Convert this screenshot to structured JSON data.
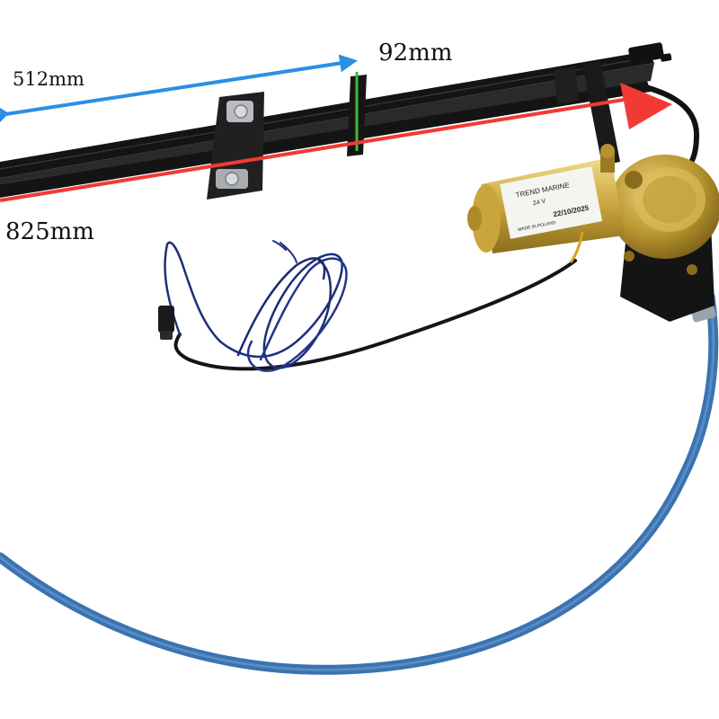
{
  "dimensions": {
    "width_travel": "512mm",
    "blade_bracket": "92mm",
    "overall_length": "825mm"
  },
  "motor_label": {
    "brand": "TREND MARINE",
    "voltage": "24 V",
    "date": "22/10/2025",
    "origin_line": "MADE IN POLAND"
  },
  "colors": {
    "width_arrow": "#2b8fe6",
    "bracket_marker": "#3dbb3d",
    "length_arrow": "#f23a35",
    "hose": "#3b72b0",
    "motor": "#c6a336",
    "rail": "#141414"
  }
}
